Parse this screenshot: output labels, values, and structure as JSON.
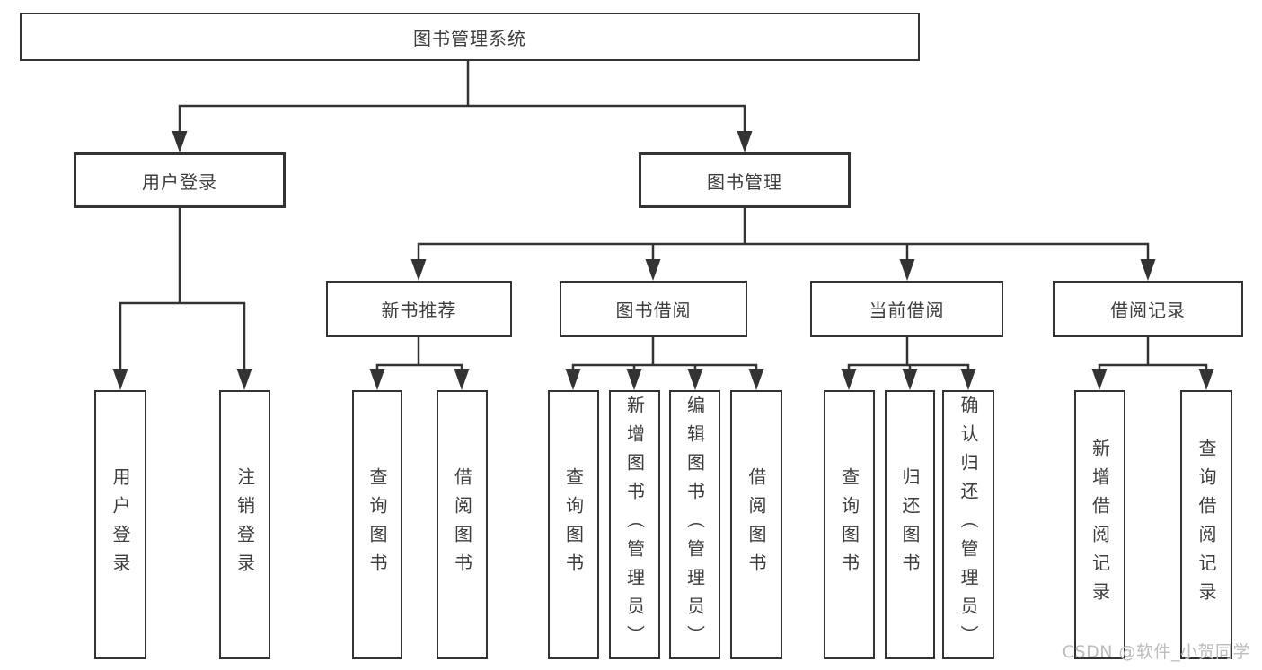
{
  "diagram": {
    "title": "图书管理系统",
    "root": {
      "label": "图书管理系统",
      "children": [
        {
          "label": "用户登录",
          "children": [
            {
              "label": "用户登录"
            },
            {
              "label": "注销登录"
            }
          ]
        },
        {
          "label": "图书管理",
          "children": [
            {
              "label": "新书推荐",
              "children": [
                {
                  "label": "查询图书"
                },
                {
                  "label": "借阅图书"
                }
              ]
            },
            {
              "label": "图书借阅",
              "children": [
                {
                  "label": "查询图书"
                },
                {
                  "label": "新增图书（管理员）"
                },
                {
                  "label": "编辑图书（管理员）"
                },
                {
                  "label": "借阅图书"
                }
              ]
            },
            {
              "label": "当前借阅",
              "children": [
                {
                  "label": "查询图书"
                },
                {
                  "label": "归还图书"
                },
                {
                  "label": "确认归还（管理员）"
                }
              ]
            },
            {
              "label": "借阅记录",
              "children": [
                {
                  "label": "新增借阅记录"
                },
                {
                  "label": "查询借阅记录"
                }
              ]
            }
          ]
        }
      ]
    }
  },
  "watermark": "CSDN @软件_小贺同学",
  "colors": {
    "line": "#333333",
    "box_border": "#333333",
    "text": "#3d3d3d",
    "background": "#ffffff",
    "watermark": "#bcbcbc"
  }
}
